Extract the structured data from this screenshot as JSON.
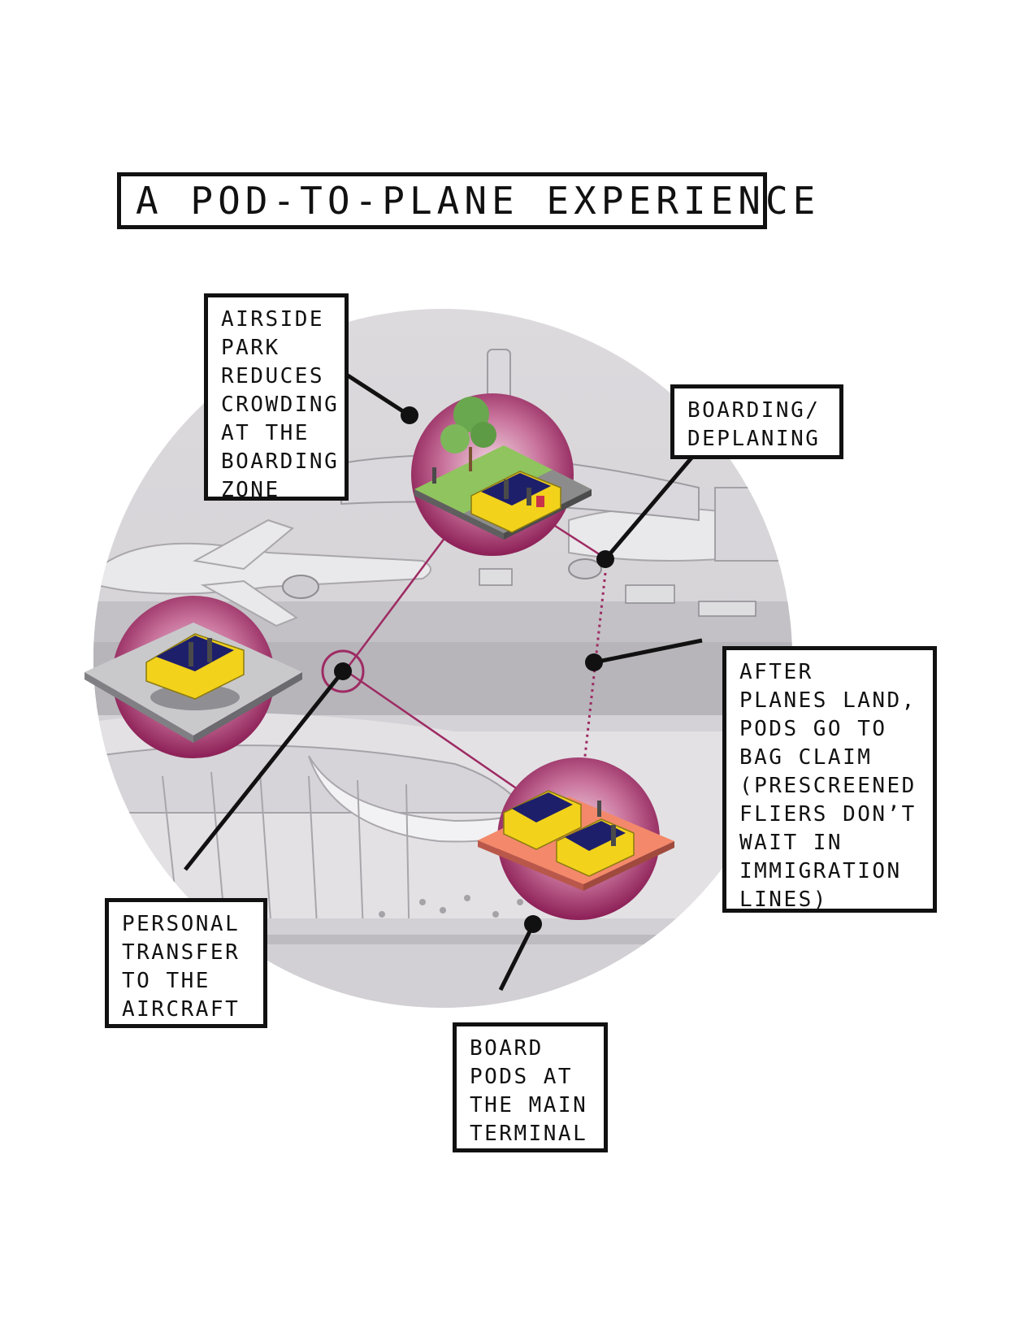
{
  "title": "A POD-TO-PLANE EXPERIENCE",
  "callouts": {
    "airside_park": {
      "lines": [
        "AIRSIDE",
        "PARK",
        "REDUCES",
        "CROWDING",
        "AT THE",
        "BOARDING",
        "ZONE"
      ]
    },
    "boarding": {
      "lines": [
        "BOARDING/",
        "DEPLANING"
      ]
    },
    "after_landing": {
      "lines": [
        "AFTER",
        "PLANES LAND,",
        "PODS GO TO",
        "BAG CLAIM",
        "(PRESCREENED",
        "FLIERS DON’T",
        "WAIT IN",
        "IMMIGRATION",
        "LINES)"
      ]
    },
    "personal_transfer": {
      "lines": [
        "PERSONAL",
        "TRANSFER",
        "TO THE",
        "AIRCRAFT"
      ]
    },
    "board_pods": {
      "lines": [
        "BOARD",
        "PODS AT",
        "THE MAIN",
        "TERMINAL"
      ]
    }
  },
  "colors": {
    "accent": "#9e2a63",
    "pod_yellow": "#f2d21b",
    "pod_interior": "#1e1f6b",
    "park_green": "#8fc45e",
    "pad_orange": "#f3896a",
    "background_gray": "#e4e2e5"
  }
}
